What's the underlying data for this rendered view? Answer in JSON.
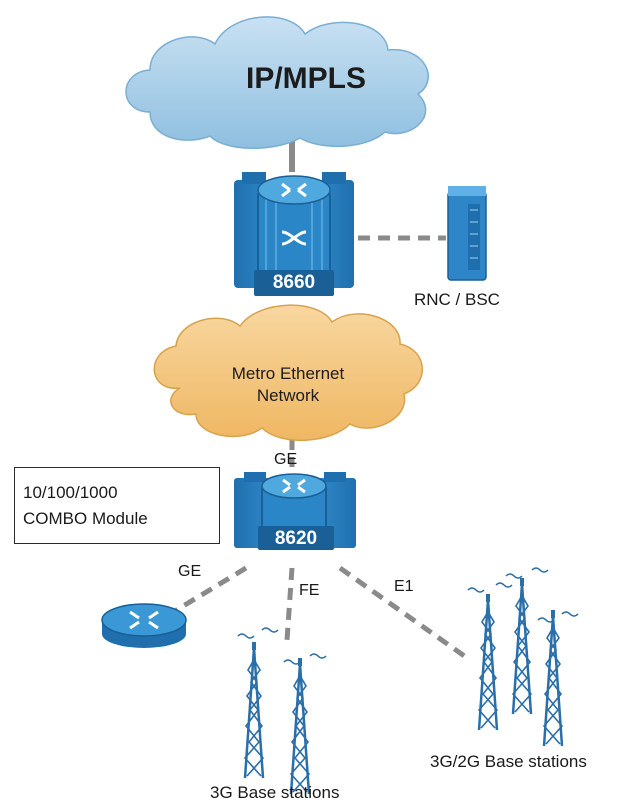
{
  "clouds": {
    "core": {
      "label": "IP/MPLS",
      "color": "#a9cde6"
    },
    "metro": {
      "label_line1": "Metro Ethernet",
      "label_line2": "Network",
      "color": "#f3c47e"
    }
  },
  "devices": {
    "core_router": {
      "model": "8660",
      "icon": "chassis-router-icon",
      "color": "#2e86c8"
    },
    "access_router": {
      "model": "8620",
      "icon": "chassis-router-icon",
      "color": "#2e86c8"
    },
    "rnc_bsc": {
      "label": "RNC /  BSC",
      "icon": "server-icon"
    },
    "edge_router": {
      "icon": "router-icon"
    }
  },
  "links": {
    "metro_uplink": "GE",
    "edge_router": "GE",
    "base_3g": "FE",
    "base_3g2g": "E1"
  },
  "module_box": {
    "line1": "10/100/1000",
    "line2": "COMBO Module"
  },
  "sites": {
    "base_3g": "3G Base stations",
    "base_3g2g": "3G/2G Base stations"
  },
  "colors": {
    "link_line": "#8a8a8a",
    "device_blue": "#2e86c8",
    "tower": "#2b6fa8"
  }
}
